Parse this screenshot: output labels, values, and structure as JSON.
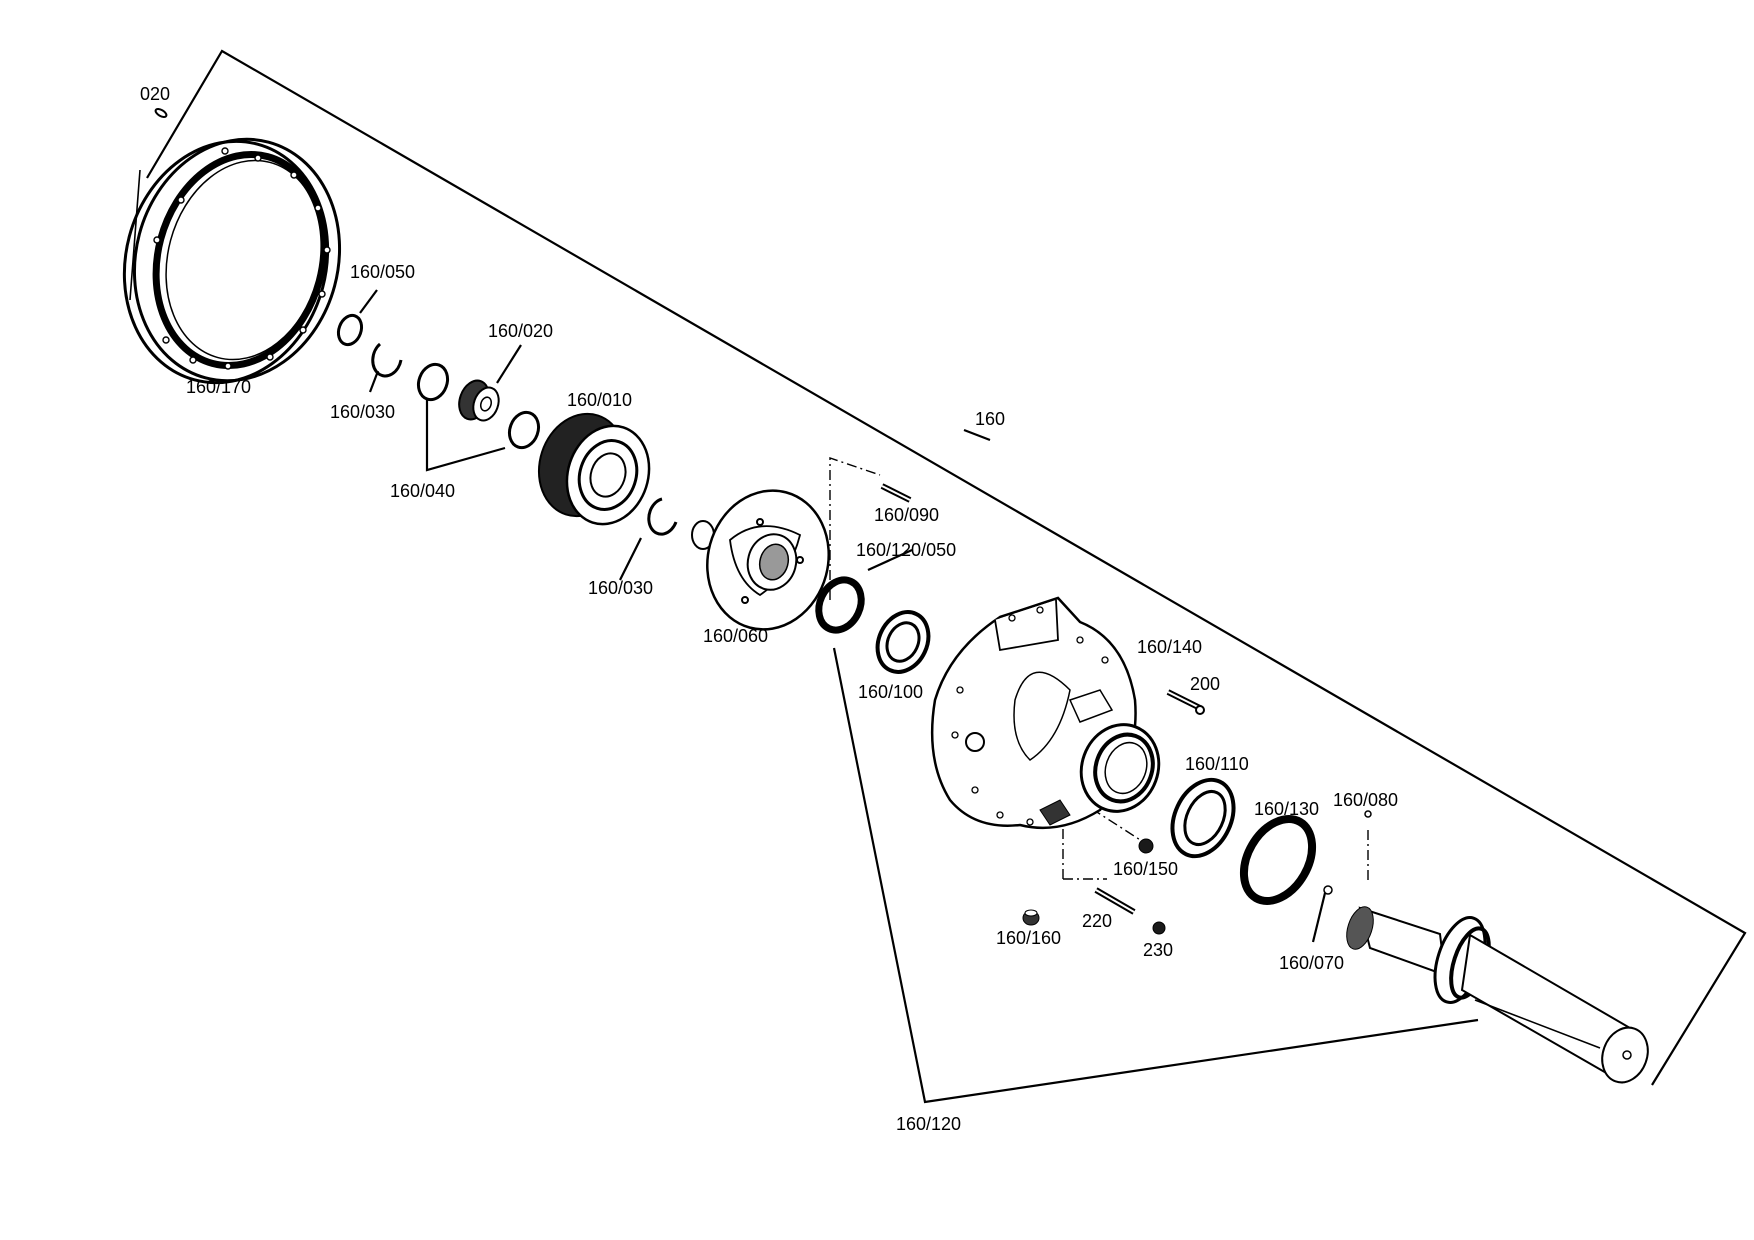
{
  "labels": {
    "p020": "020",
    "p160_050": "160/050",
    "p160_170": "160/170",
    "p160_020": "160/020",
    "p160_030_a": "160/030",
    "p160_010": "160/010",
    "p160_040": "160/040",
    "p160": "160",
    "p160_090": "160/090",
    "p160_120_050": "160/120/050",
    "p160_030_b": "160/030",
    "p160_060": "160/060",
    "p160_140": "160/140",
    "p160_100": "160/100",
    "p200": "200",
    "p160_110": "160/110",
    "p160_130": "160/130",
    "p160_080": "160/080",
    "p160_150": "160/150",
    "p220": "220",
    "p160_160": "160/160",
    "p230": "230",
    "p160_070": "160/070",
    "p160_120": "160/120"
  }
}
